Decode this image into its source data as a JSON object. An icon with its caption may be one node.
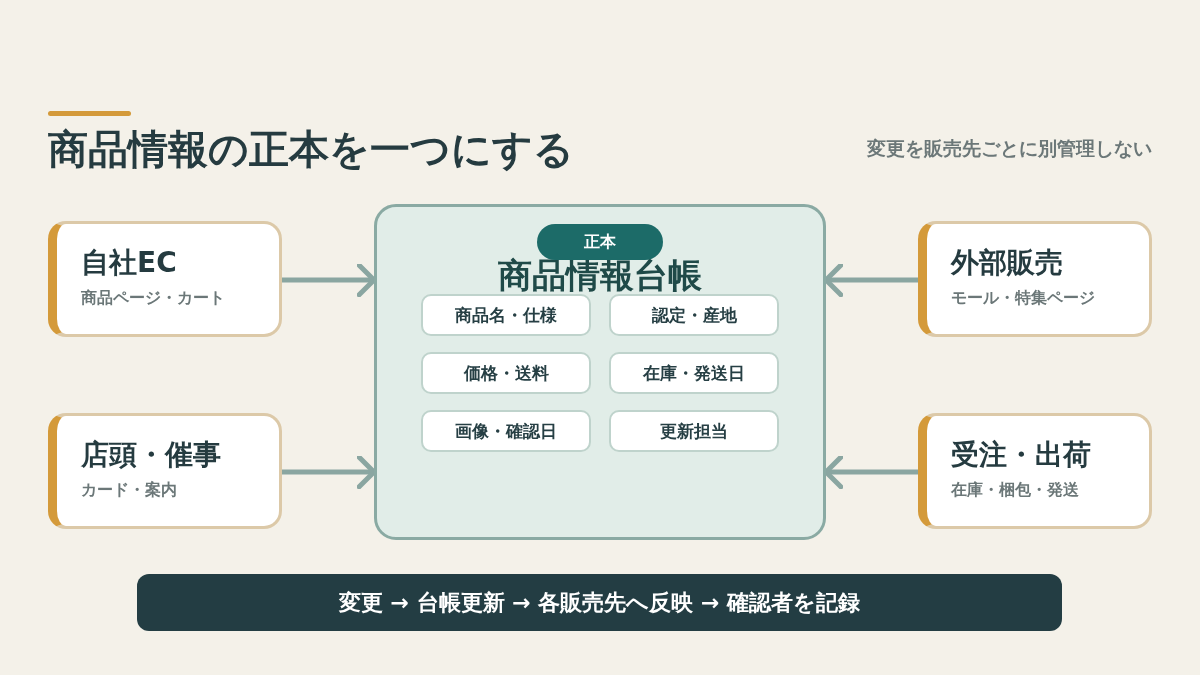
{
  "diagram": {
    "title": "商品情報の正本を一つにする",
    "nodes": [
      {
        "text": [
          "自社EC",
          "商品ページ・カート"
        ]
      },
      {
        "text": [
          "商品情報台帳"
        ]
      },
      {
        "text": [
          "正本"
        ],
        "in": 1
      },
      {
        "text": [
          "商品名・仕様"
        ],
        "in": 1
      },
      {
        "text": [
          "認定・産地"
        ],
        "in": 1
      },
      {
        "text": [
          "価格・送料"
        ],
        "in": 1
      },
      {
        "text": [
          "在庫・発送日"
        ],
        "in": 1
      },
      {
        "text": [
          "画像・確認日"
        ],
        "in": 1
      },
      {
        "text": [
          "更新担当"
        ],
        "in": 1
      },
      {
        "text": [
          "外部販売",
          "モール・特集ページ"
        ]
      },
      {
        "text": [
          "店頭・催事",
          "カード・案内"
        ]
      },
      {
        "text": [
          "受注・出荷",
          "在庫・梱包・発送"
        ]
      },
      {
        "text": [
          "変更 → 台帳更新 → 各販売先へ反映 → 確認者を記録"
        ]
      }
    ],
    "edges": [
      {
        "from": 0,
        "to": 1,
        "arrow": "to"
      },
      {
        "from": 9,
        "to": 1,
        "arrow": "to"
      },
      {
        "from": 10,
        "to": 1,
        "arrow": "to"
      },
      {
        "from": 11,
        "to": 1,
        "arrow": "to"
      }
    ],
    "labels": [
      "変更を販売先ごとに別管理しない"
    ]
  }
}
